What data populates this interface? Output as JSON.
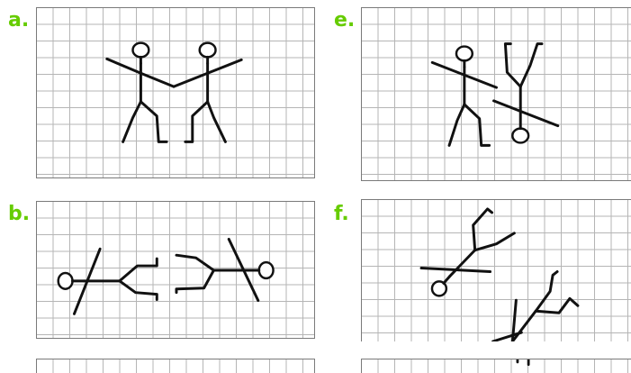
{
  "panels": [
    {
      "label": "a."
    },
    {
      "label": "b."
    },
    {
      "label": "e."
    },
    {
      "label": "f."
    }
  ],
  "colors": {
    "label": "#66cc00",
    "grid_line": "#b5b5b5",
    "grid_border": "#7a7a7a",
    "figure_stroke": "#111111"
  },
  "icons": [
    "stick-figure",
    "grid"
  ]
}
